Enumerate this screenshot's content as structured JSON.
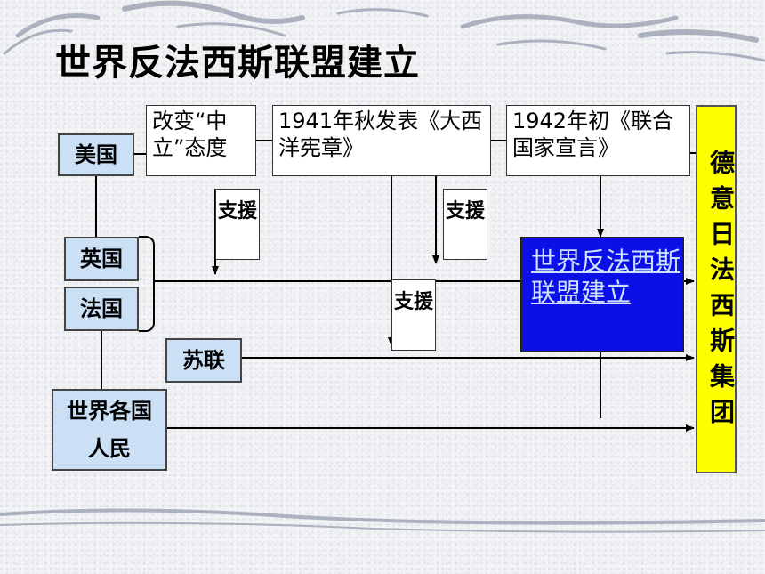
{
  "title": "世界反法西斯联盟建立",
  "nodes": {
    "usa": "美国",
    "uk": "英国",
    "france": "法国",
    "ussr": "苏联",
    "world_people": "世界各国人民",
    "neutral_change": "改变“中立”态度",
    "atlantic_charter": "1941年秋发表《大西洋宪章》",
    "un_declaration": "1942年初《联合国家宣言》",
    "alliance": "世界反法西斯联盟建立",
    "axis": "德意日法西斯集团"
  },
  "support_label": "支援",
  "colors": {
    "country_box": "#cbdff5",
    "alliance_box": "#0a10e6",
    "axis_box": "#ffff00"
  }
}
